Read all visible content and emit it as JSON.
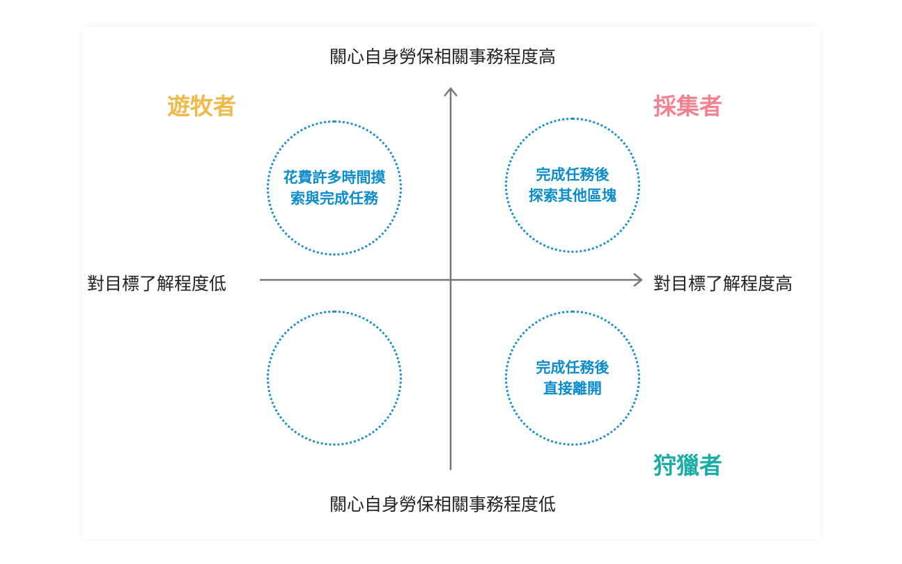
{
  "axes": {
    "top": "關心自身勞保相關事務程度高",
    "bottom": "關心自身勞保相關事務程度低",
    "left": "對目標了解程度低",
    "right": "對目標了解程度高"
  },
  "personas": {
    "top_left": {
      "label": "遊牧者",
      "color": "#f0b949"
    },
    "top_right": {
      "label": "採集者",
      "color": "#f2828f"
    },
    "bottom_right": {
      "label": "狩獵者",
      "color": "#1aaca6"
    }
  },
  "circles": {
    "top_left": [
      "花費許多時間摸",
      "索與完成任務"
    ],
    "top_right": [
      "完成任務後",
      "探索其他區塊"
    ],
    "bottom_left": [],
    "bottom_right": [
      "完成任務後",
      "直接離開"
    ]
  },
  "colors": {
    "circle": "#0a8ccd",
    "axis": "#777777"
  }
}
